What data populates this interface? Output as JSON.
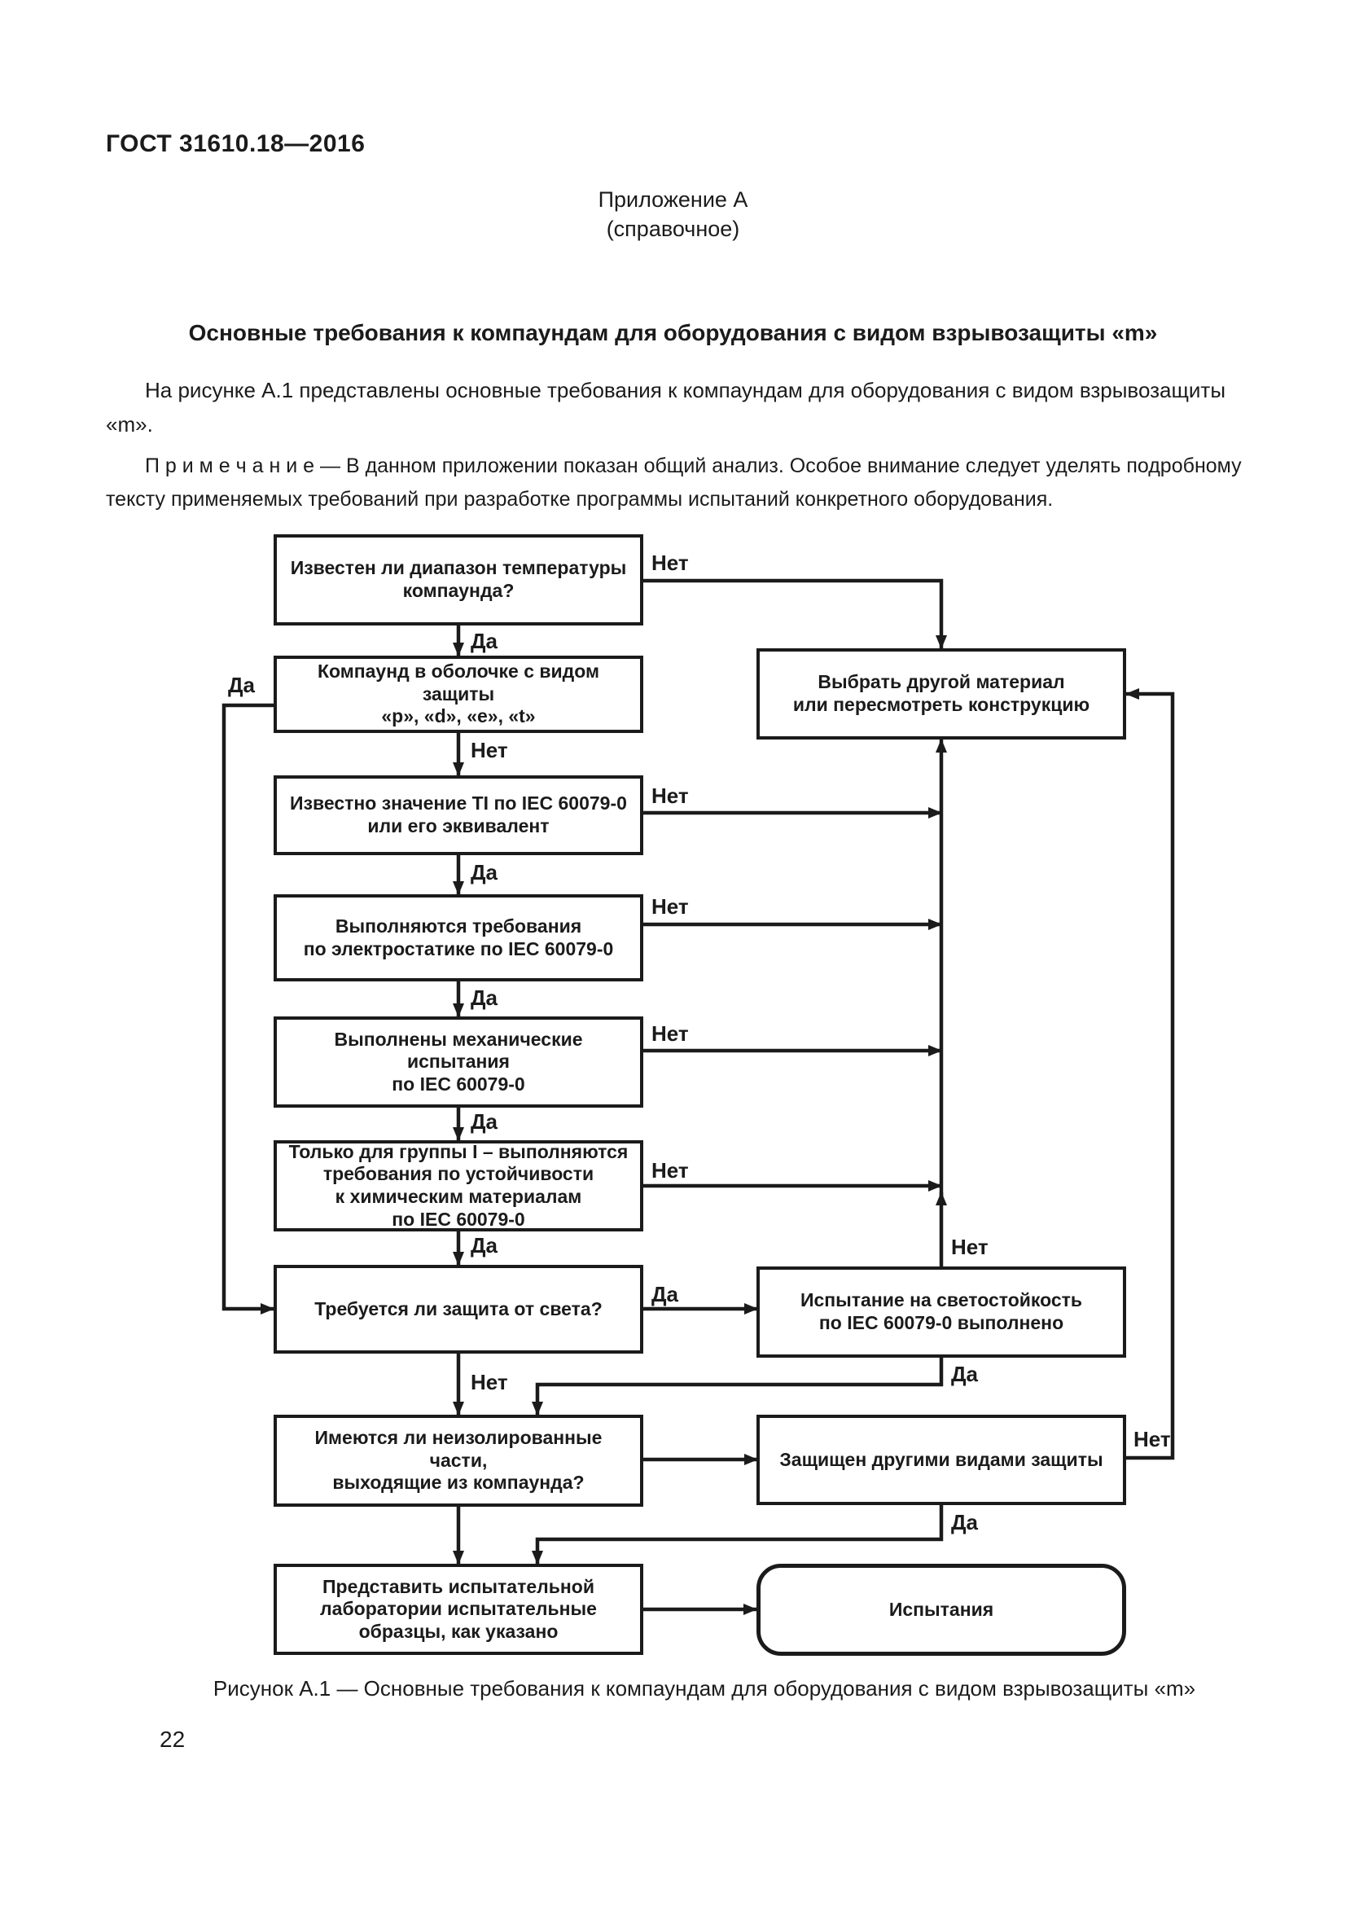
{
  "page": {
    "header": "ГОСТ 31610.18—2016",
    "appendix_label": "Приложение А",
    "appendix_kind": "(справочное)",
    "title": "Основные требования к компаундам для оборудования с видом взрывозащиты «m»",
    "intro": "На рисунке А.1 представлены основные требования к компаундам для оборудования с видом взрывозащиты «m».",
    "note_label": "П р и м е ч а н и е",
    "note_text": "— В данном приложении показан общий анализ. Особое внимание следует уделять подробному тексту применяемых требований при разработке программы испытаний конкретного оборудования.",
    "caption": "Рисунок А.1 — Основные требования к компаундам для оборудования с видом взрывозащиты «m»",
    "page_number": "22"
  },
  "flowchart": {
    "yes": "Да",
    "no": "Нет",
    "boxes": [
      {
        "id": "temp-range-known",
        "text": "Известен ли диапазон температуры\nкомпаунда?"
      },
      {
        "id": "compound-in-enclosure",
        "text": "Компаунд в оболочке с видом защиты\n«p», «d», «e», «t»"
      },
      {
        "id": "ti-value-known",
        "text": "Известно значение TI по IEC 60079-0\nили его эквивалент"
      },
      {
        "id": "electrostatic-reqs",
        "text": "Выполняются требования\nпо электростатике по IEC 60079-0"
      },
      {
        "id": "mechanical-tests-done",
        "text": "Выполнены механические испытания\nпо IEC 60079-0"
      },
      {
        "id": "group1-chemical-reqs",
        "text": "Только для группы I – выполняются\nтребования по устойчивости\nк химическим материалам\nпо IEC 60079-0"
      },
      {
        "id": "light-protection-needed",
        "text": "Требуется ли защита от света?"
      },
      {
        "id": "uninsulated-parts",
        "text": "Имеются ли неизолированные части,\nвыходящие из компаунда?"
      },
      {
        "id": "submit-samples",
        "text": "Представить испытательной\nлаборатории испытательные\nобразцы, как указано"
      },
      {
        "id": "choose-other-material",
        "text": "Выбрать другой материал\nили пересмотреть конструкцию"
      },
      {
        "id": "light-test-done",
        "text": "Испытание на светостойкость\nпо IEC 60079-0 выполнено"
      },
      {
        "id": "other-protection",
        "text": "Защищен другими видами защиты"
      },
      {
        "id": "tests",
        "text": "Испытания"
      }
    ]
  }
}
